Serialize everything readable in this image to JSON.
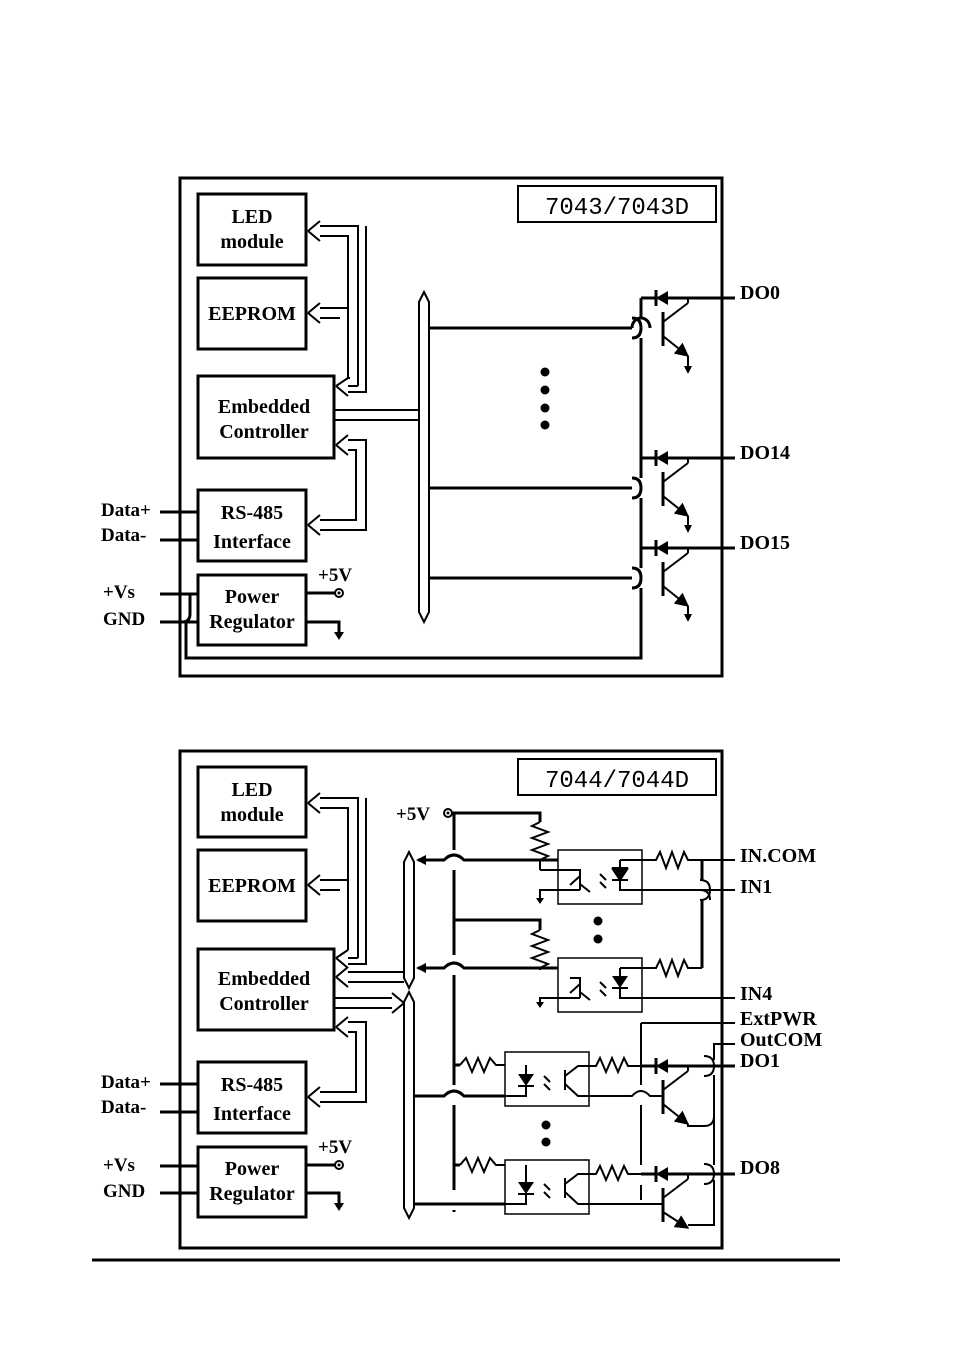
{
  "diagram_7043": {
    "title": "7043/7043D",
    "blocks": {
      "led_line1": "LED",
      "led_line2": "module",
      "eeprom": "EEPROM",
      "ctrl_line1": "Embedded",
      "ctrl_line2": "Controller",
      "rs485_line1": "RS-485",
      "rs485_line2": "Interface",
      "power_line1": "Power",
      "power_line2": "Regulator"
    },
    "signals": {
      "data_plus": "Data+",
      "data_minus": "Data-",
      "vs": "+Vs",
      "gnd": "GND",
      "v5": "+5V",
      "do0": "DO0",
      "do14": "DO14",
      "do15": "DO15"
    }
  },
  "diagram_7044": {
    "title": "7044/7044D",
    "blocks": {
      "led_line1": "LED",
      "led_line2": "module",
      "eeprom": "EEPROM",
      "ctrl_line1": "Embedded",
      "ctrl_line2": "Controller",
      "rs485_line1": "RS-485",
      "rs485_line2": "Interface",
      "power_line1": "Power",
      "power_line2": "Regulator"
    },
    "signals": {
      "data_plus": "Data+",
      "data_minus": "Data-",
      "vs": "+Vs",
      "gnd": "GND",
      "v5": "+5V",
      "v5_top": "+5V",
      "in_com": "IN.COM",
      "in1": "IN1",
      "in4": "IN4",
      "ext_pwr": "ExtPWR",
      "out_com": "OutCOM",
      "do1": "DO1",
      "do8": "DO8"
    }
  }
}
